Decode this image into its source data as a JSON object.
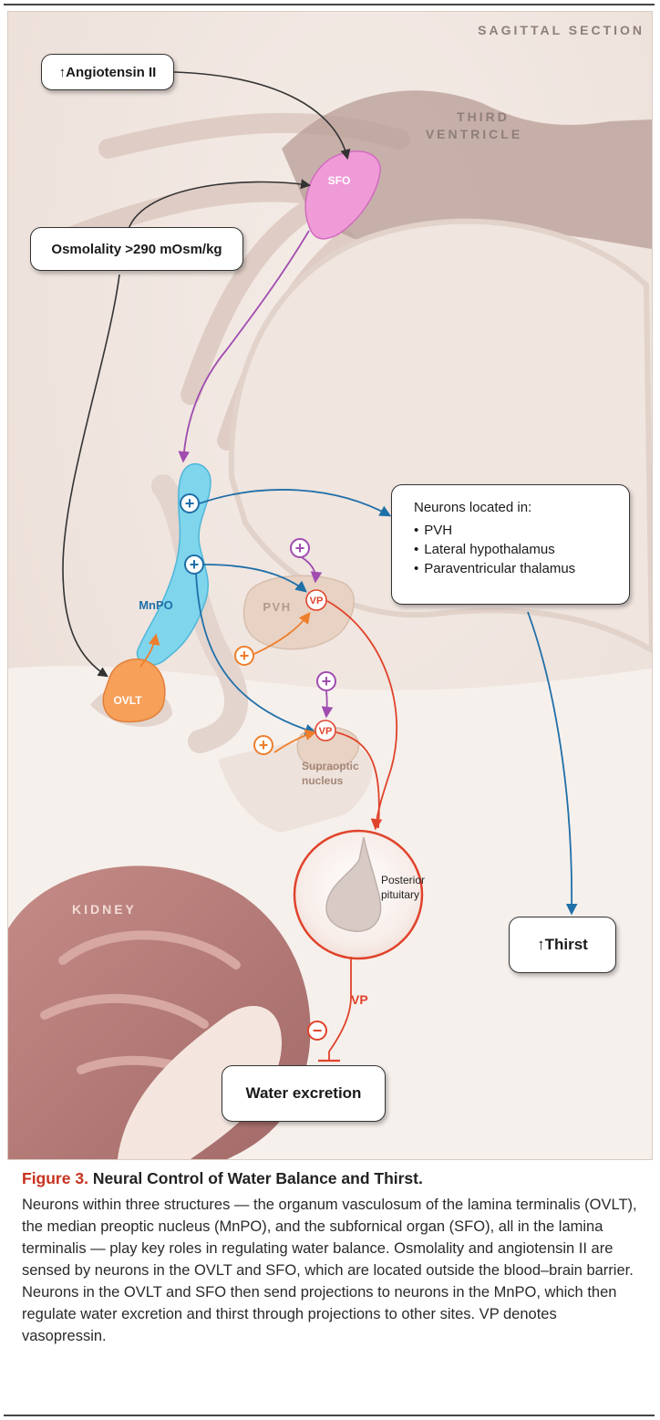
{
  "diagram": {
    "corner_label": "SAGITTAL SECTION",
    "third_ventricle_label": [
      "THIRD",
      "VENTRICLE"
    ],
    "kidney_label": "KIDNEY",
    "boxes": {
      "angiotensin": "↑Angiotensin II",
      "osmolality": "Osmolality >290 mOsm/kg",
      "neurons_title": "Neurons located in:",
      "neurons_items": [
        "PVH",
        "Lateral hypothalamus",
        "Paraventricular thalamus"
      ],
      "thirst": "↑Thirst",
      "water_excretion": "Water excretion"
    },
    "structures": {
      "sfo": "SFO",
      "mnpo": "MnPO",
      "ovlt": "OVLT",
      "pvh": "PVH",
      "vp_pvh": "VP",
      "vp_son": "VP",
      "supraoptic": [
        "Supraoptic",
        "nucleus"
      ],
      "posterior_pituitary": [
        "Posterior",
        "pituitary"
      ],
      "vp_output": "VP"
    },
    "signs": {
      "plus": "+",
      "minus": "−"
    },
    "colors": {
      "blue": "#1f6fa8",
      "purple": "#a04cb0",
      "orange": "#ee7e2b",
      "red": "#e0432b",
      "sfo_fill": "#ef9bd7",
      "mnpo_fill": "#7fd5ec",
      "ovlt_fill": "#f7a05a",
      "kidney": "#b77b78"
    }
  },
  "caption": {
    "figure_number": "Figure 3.",
    "title": "Neural Control of Water Balance and Thirst.",
    "body": "Neurons within three structures — the organum vasculosum of the lamina terminalis (OVLT), the median preoptic nucleus (MnPO), and the subfornical organ (SFO), all in the lamina terminalis — play key roles in regulating water balance. Osmolality and angiotensin II are sensed by neurons in the OVLT and SFO, which are located outside the blood–brain barrier. Neurons in the OVLT and SFO then send projections to neurons in the MnPO, which then regulate water excretion and thirst through projections to other sites. VP denotes vasopressin."
  }
}
